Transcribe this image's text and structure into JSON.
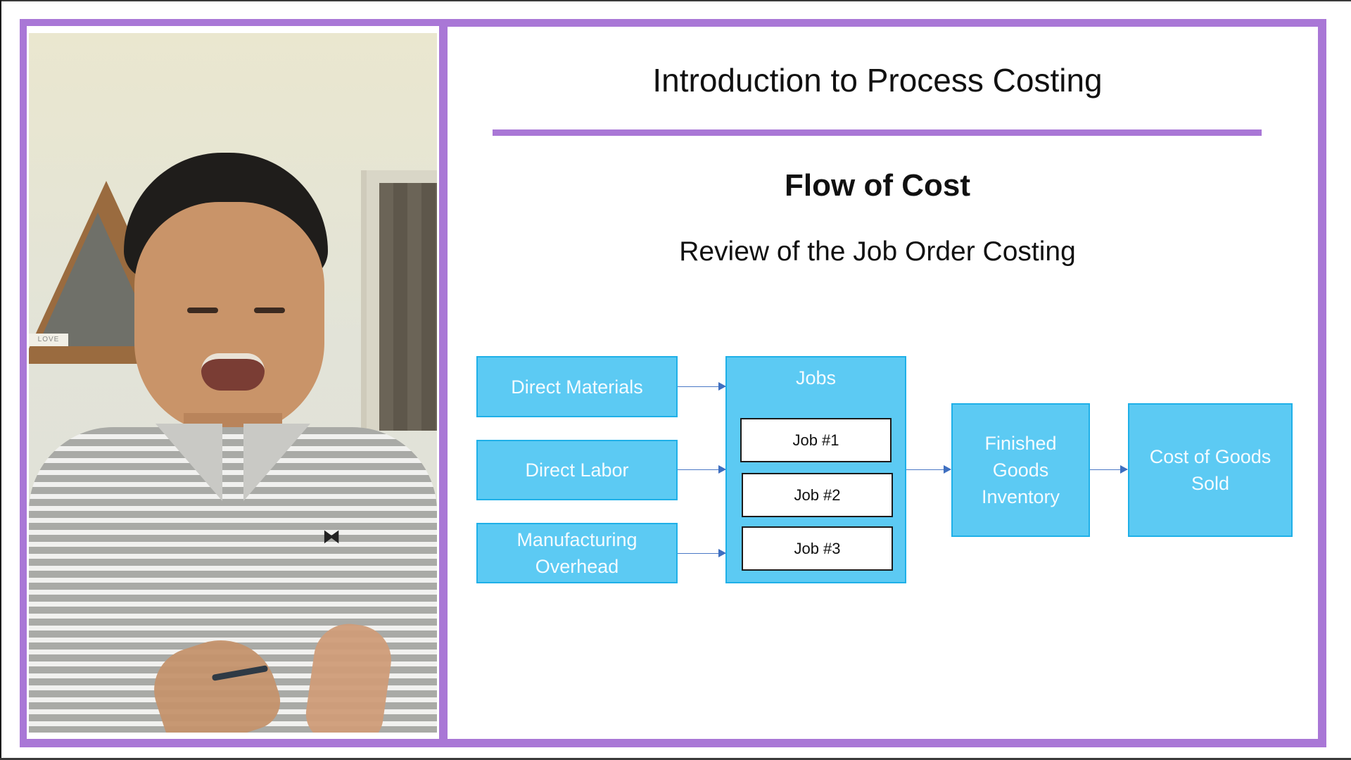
{
  "slide": {
    "title": "Introduction to Process Costing",
    "heading": "Flow of Cost",
    "subheading": "Review of the Job Order Costing"
  },
  "video": {
    "shelf_tag": "LOVE",
    "shirt_logo_icon": "under-armour-logo-icon"
  },
  "diagram": {
    "inputs": [
      {
        "label": "Direct Materials"
      },
      {
        "label": "Direct Labor"
      },
      {
        "label": "Manufacturing Overhead"
      }
    ],
    "jobs": {
      "label": "Jobs",
      "items": [
        "Job #1",
        "Job #2",
        "Job #3"
      ]
    },
    "finished_goods": {
      "label": "Finished Goods Inventory"
    },
    "cogs": {
      "label": "Cost of Goods Sold"
    },
    "arrow_icon": "arrow-right-icon"
  },
  "colors": {
    "frame_purple": "#a977d6",
    "box_fill": "#5ccaf3",
    "box_border": "#1fb0e8",
    "box_text": "#f4fbff",
    "arrow_blue": "#4a78c6",
    "job_fill": "#ffffff",
    "job_border": "#1b1b1b"
  }
}
